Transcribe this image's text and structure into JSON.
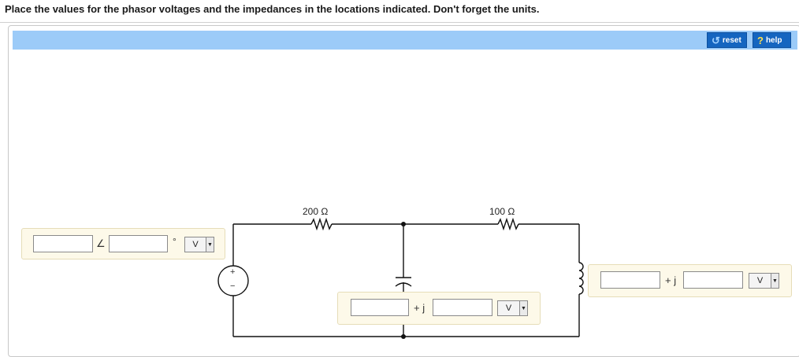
{
  "instructions": "Place the values for the phasor voltages and the impedances in the locations indicated. Don't forget the units.",
  "toolbar": {
    "reset_label": "reset",
    "help_label": "help"
  },
  "circuit": {
    "r1_label": "200 Ω",
    "r2_label": "100 Ω",
    "source_plus": "+",
    "source_minus": "−"
  },
  "source_panel": {
    "angle_symbol": "∠",
    "degree_symbol": "°",
    "magnitude_value": "",
    "angle_value": "",
    "unit": "V"
  },
  "capacitor_panel": {
    "plus_j": "+ j",
    "real_value": "",
    "imag_value": "",
    "unit": "V"
  },
  "inductor_panel": {
    "plus_j": "+ j",
    "real_value": "",
    "imag_value": "",
    "unit": "V"
  }
}
